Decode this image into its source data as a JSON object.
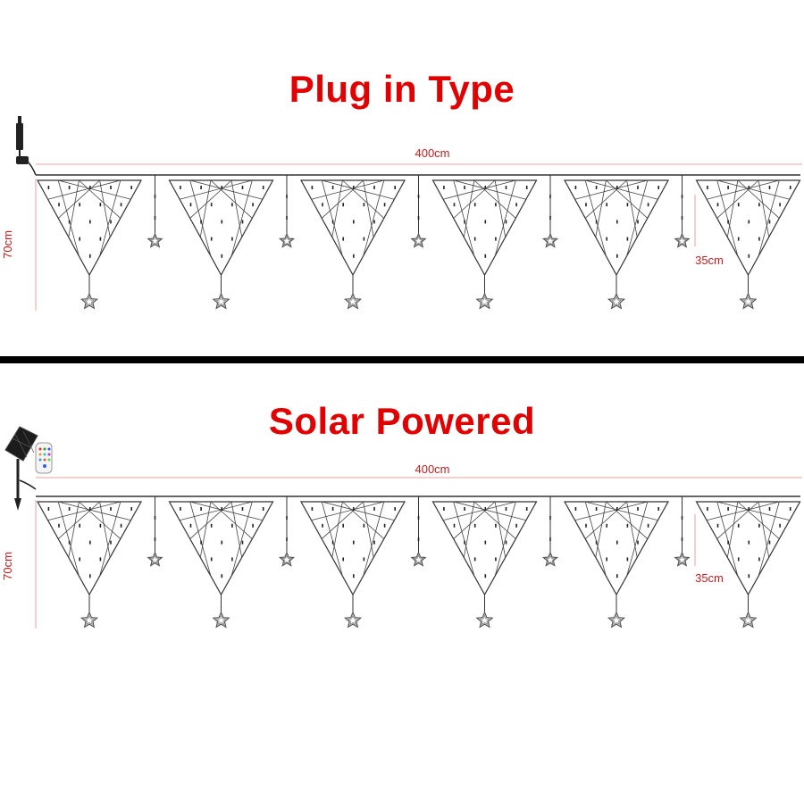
{
  "panels": [
    {
      "title": "Plug in Type",
      "width_label": "400cm",
      "height_label": "70cm",
      "short_label": "35cm",
      "power_source": "plug-adapter"
    },
    {
      "title": "Solar Powered",
      "width_label": "400cm",
      "height_label": "70cm",
      "short_label": "35cm",
      "power_source": "solar-panel-with-remote"
    }
  ],
  "net_count": 6,
  "hanging_star_count": 5,
  "colors": {
    "title": "#e00000",
    "dimension": "#c02020",
    "divider": "#000000",
    "wire": "#333333"
  }
}
